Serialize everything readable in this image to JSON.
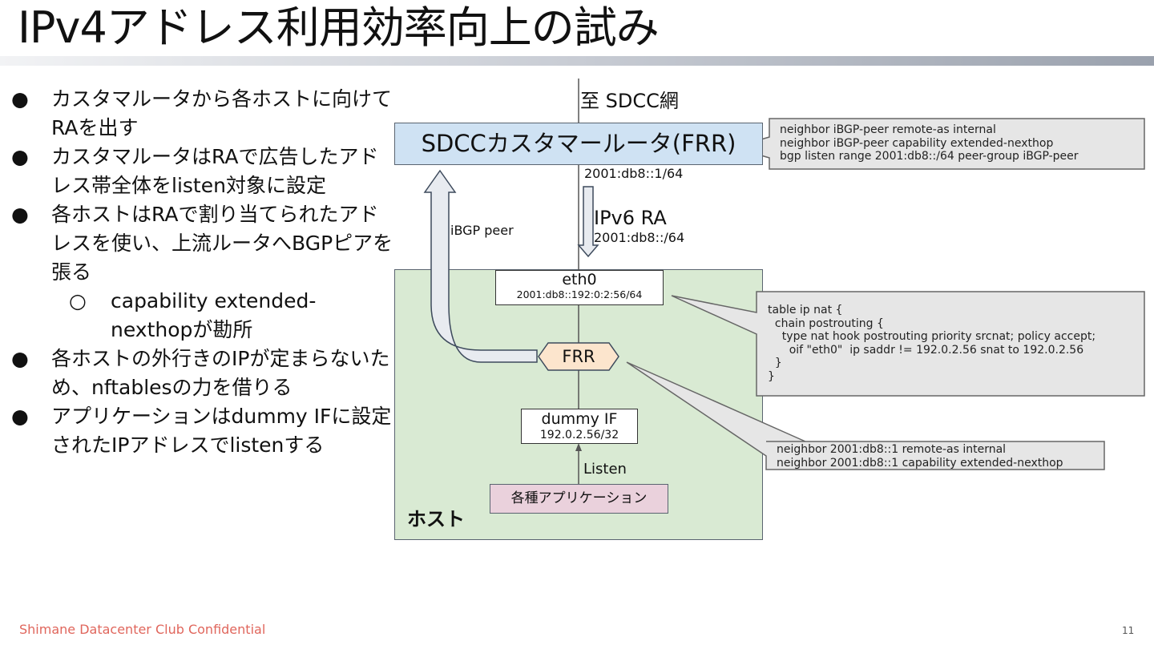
{
  "title": "IPv4アドレス利用効率向上の試み",
  "bullets": [
    {
      "level": 1,
      "text": "カスタマルータから各ホストに向けてRAを出す"
    },
    {
      "level": 1,
      "text": "カスタマルータはRAで広告したアドレス帯全体をlisten対象に設定"
    },
    {
      "level": 1,
      "text": "各ホストはRAで割り当てられたアドレスを使い、上流ルータへBGPピアを張る"
    },
    {
      "level": 2,
      "text": "capability extended-nexthopが勘所"
    },
    {
      "level": 1,
      "text": "各ホストの外行きのIPが定まらないため、nftablesの力を借りる"
    },
    {
      "level": 1,
      "text": "アプリケーションはdummy IFに設定されたIPアドレスでlistenする"
    }
  ],
  "bullet_markers": {
    "level1": "●",
    "level2": "○"
  },
  "diagram": {
    "upstream_label": "至 SDCC網",
    "router_label": "SDCCカスタマールータ(FRR)",
    "router_addr": "2001:db8::1/64",
    "ra_label": "IPv6 RA",
    "ra_prefix": "2001:db8::/64",
    "ibgp_label": "iBGP peer",
    "eth_name": "eth0",
    "eth_addr": "2001:db8::192:0:2:56/64",
    "frr_label": "FRR",
    "dummy_name": "dummy IF",
    "dummy_addr": "192.0.2.56/32",
    "listen_label": "Listen",
    "app_label": "各種アプリケーション",
    "host_label": "ホスト",
    "router_config": "neighbor iBGP-peer remote-as internal\nneighbor iBGP-peer capability extended-nexthop\nbgp listen range 2001:db8::/64 peer-group iBGP-peer",
    "nft_config": "table ip nat {\n  chain postrouting {\n    type nat hook postrouting priority srcnat; policy accept;\n      oif \"eth0\"  ip saddr != 192.0.2.56 snat to 192.0.2.56\n  }\n}",
    "frr_config": "neighbor 2001:db8::1 remote-as internal\nneighbor 2001:db8::1 capability extended-nexthop"
  },
  "footer": "Shimane Datacenter Club Confidential",
  "page_number": "11",
  "colors": {
    "router_fill": "#cfe2f3",
    "host_fill": "#d9ead3",
    "app_fill": "#ead1dc",
    "frr_fill": "#fce5cd",
    "callout_fill": "#e6e6e6",
    "arrow_fill": "#e8ebf0",
    "footer_text": "#e0665c"
  }
}
